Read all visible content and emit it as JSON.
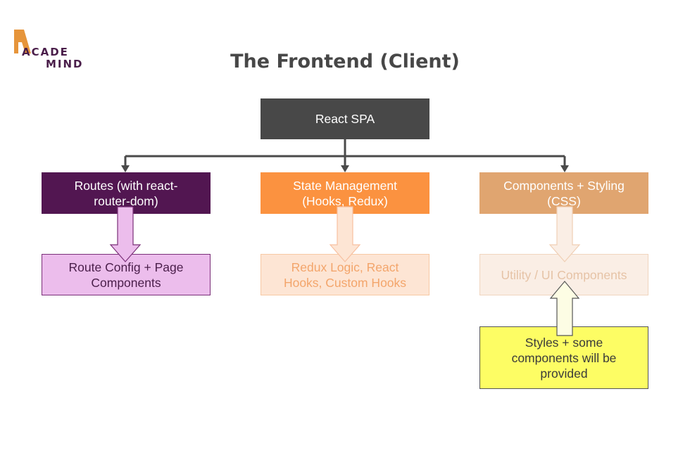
{
  "logo": {
    "line1": "ACADE",
    "line2": "MIND",
    "colors": {
      "mark": "#e6953b",
      "text": "#4a1e4a"
    }
  },
  "title": "The Frontend (Client)",
  "nodes": {
    "root": {
      "label": "React SPA",
      "color": "#484848"
    },
    "routes": {
      "label": [
        "Routes (with react-",
        "router-dom)"
      ],
      "color": "#521651"
    },
    "state": {
      "label": [
        "State Management",
        "(Hooks, Redux)"
      ],
      "color": "#fb9240"
    },
    "components_styling": {
      "label": [
        "Components + Styling",
        "(CSS)"
      ],
      "color": "#e0a570"
    },
    "route_config": {
      "label": [
        "Route Config + Page",
        "Components"
      ],
      "color": "#ecbdec"
    },
    "redux_logic": {
      "label": [
        "Redux Logic, React",
        "Hooks, Custom Hooks"
      ],
      "color": "#fde5d4"
    },
    "utility": {
      "label": [
        "Utility / UI Components"
      ],
      "color": "#faeee5"
    },
    "styles": {
      "label": [
        "Styles + some",
        "components will be",
        "provided"
      ],
      "color": "#fdfd64"
    }
  },
  "edges": [
    {
      "from": "root",
      "to": "routes",
      "type": "connector"
    },
    {
      "from": "root",
      "to": "state",
      "type": "connector"
    },
    {
      "from": "root",
      "to": "components_styling",
      "type": "connector"
    },
    {
      "from": "routes",
      "to": "route_config",
      "type": "block-arrow"
    },
    {
      "from": "state",
      "to": "redux_logic",
      "type": "block-arrow"
    },
    {
      "from": "components_styling",
      "to": "utility",
      "type": "block-arrow"
    },
    {
      "from": "styles",
      "to": "utility",
      "type": "block-arrow"
    }
  ]
}
